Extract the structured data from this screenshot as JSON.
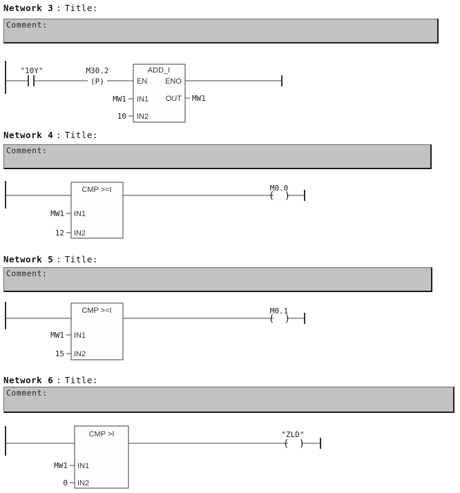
{
  "colors": {
    "background": "#ffffff",
    "comment_bg": "#c2c2c2",
    "line": "#3f3f3f",
    "text": "#1c1c1c"
  },
  "networks": {
    "n3": {
      "name": "Network 3",
      "separator": ":",
      "title": "Title:",
      "comment": "Comment:",
      "rung": {
        "contact_operand": "\"10Y\"",
        "edge_operand": "M30.2",
        "edge_symbol": "(P)",
        "block_title": "ADD_I",
        "ports": {
          "en": "EN",
          "eno": "ENO",
          "in1": "IN1",
          "in2": "IN2",
          "out": "OUT"
        },
        "operands": {
          "in1": "MW1",
          "in2": "10",
          "out": "MW1"
        }
      }
    },
    "n4": {
      "name": "Network 4",
      "separator": ":",
      "title": "Title:",
      "comment": "Comment:",
      "rung": {
        "block_title": "CMP >=I",
        "ports": {
          "in1": "IN1",
          "in2": "IN2"
        },
        "operands": {
          "in1": "MW1",
          "in2": "12"
        },
        "coil_operand": "M0.0",
        "coil_symbol": "( )"
      }
    },
    "n5": {
      "name": "Network 5",
      "separator": ":",
      "title": "Title:",
      "comment": "Comment:",
      "rung": {
        "block_title": "CMP >=I",
        "ports": {
          "in1": "IN1",
          "in2": "IN2"
        },
        "operands": {
          "in1": "MW1",
          "in2": "15"
        },
        "coil_operand": "M0.1",
        "coil_symbol": "( )"
      }
    },
    "n6": {
      "name": "Network 6",
      "separator": ":",
      "title": "Title:",
      "comment": "Comment:",
      "rung": {
        "block_title": "CMP >I",
        "ports": {
          "in1": "IN1",
          "in2": "IN2"
        },
        "operands": {
          "in1": "MW1",
          "in2": "0"
        },
        "coil_operand": "\"ZLD\"",
        "coil_symbol": "( )"
      }
    }
  }
}
